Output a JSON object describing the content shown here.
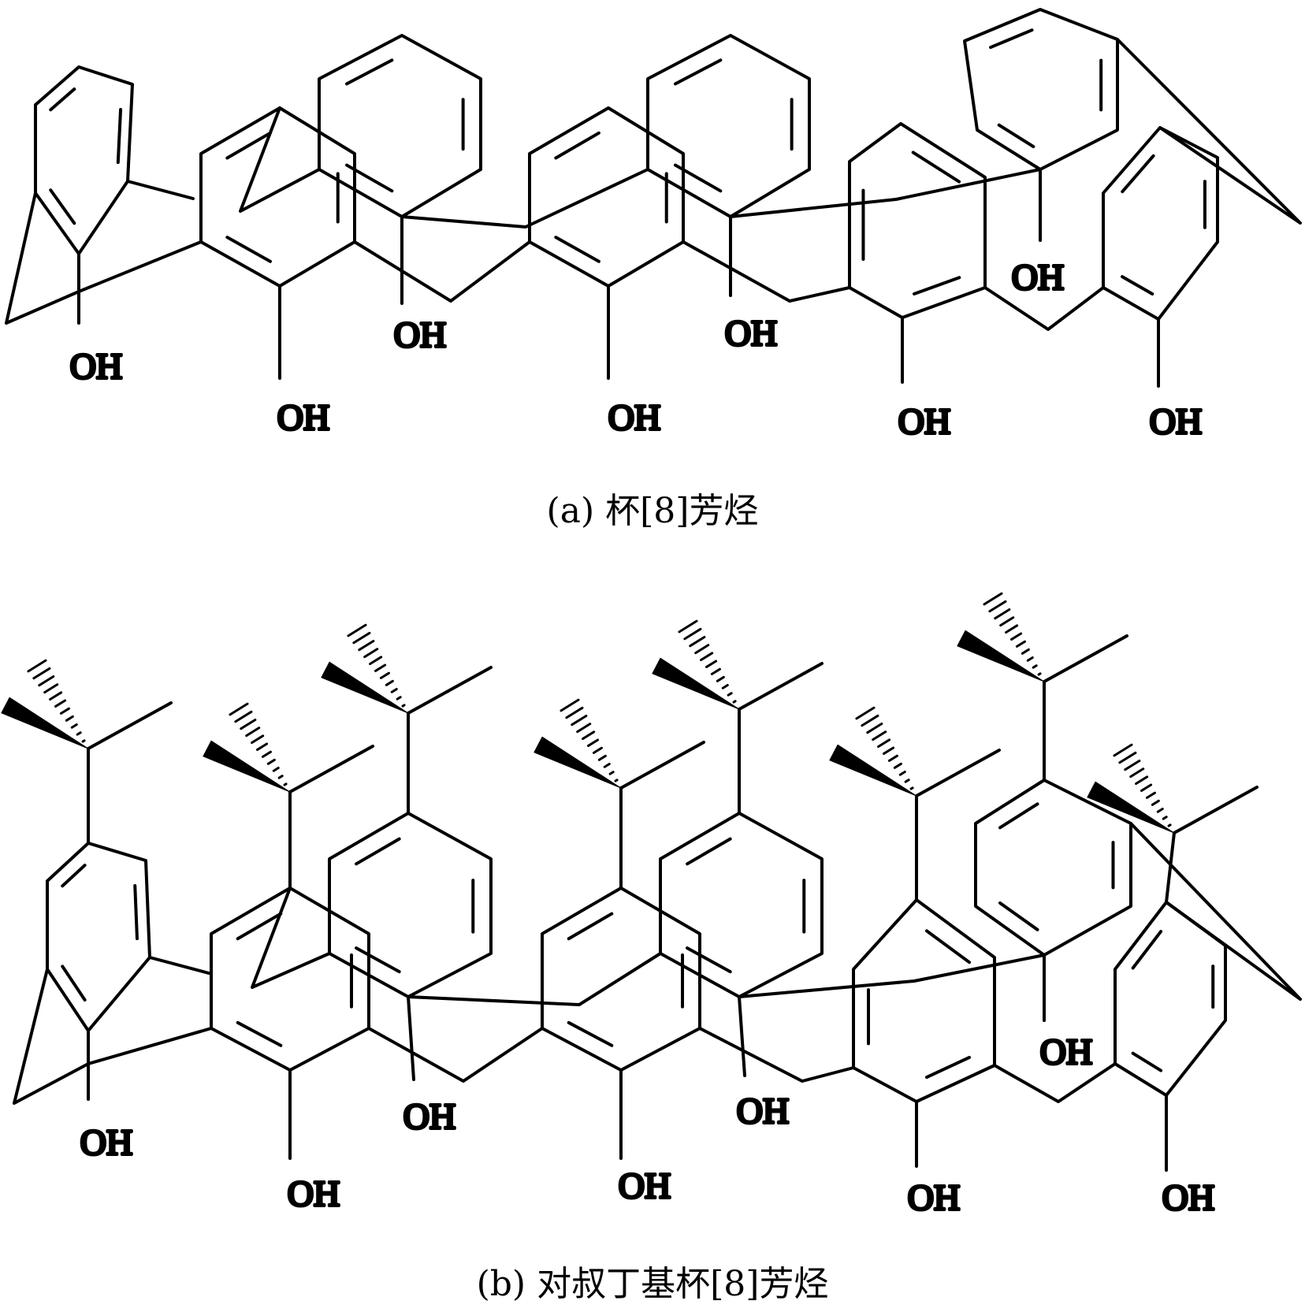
{
  "panels": [
    {
      "id": "a",
      "caption": "(a) 杯[8]芳烃",
      "hydroxyl_label": "OH"
    },
    {
      "id": "b",
      "caption": "(b) 对叔丁基杯[8]芳烃",
      "hydroxyl_label": "OH"
    }
  ]
}
